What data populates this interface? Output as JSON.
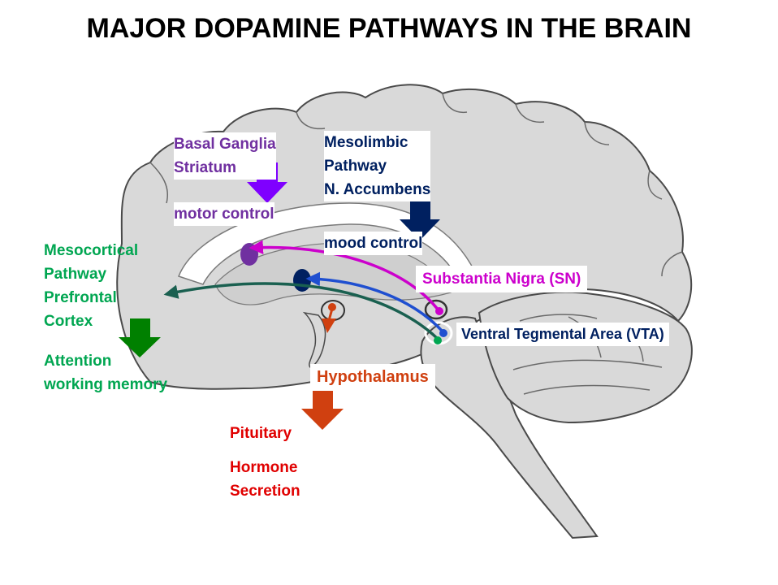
{
  "title": "MAJOR DOPAMINE PATHWAYS IN THE BRAIN",
  "colors": {
    "brain_fill": "#d9d9d9",
    "purple": "#7030a0",
    "violet_arrow": "#7f00ff",
    "navy": "#002060",
    "green": "#00a651",
    "dark_green": "#008000",
    "magenta": "#cc00cc",
    "hypothalamus": "#d04010",
    "red": "#e00000",
    "teal": "#1a6050",
    "blue": "#1f4fd0"
  },
  "labels": {
    "basal_ganglia": [
      "Basal Ganglia",
      "Striatum"
    ],
    "motor_control": "motor control",
    "mesolimbic": [
      "Mesolimbic",
      "Pathway",
      "N. Accumbens"
    ],
    "mood_control": "mood control",
    "mesocortical": [
      "Mesocortical",
      "Pathway",
      "Prefrontal",
      "Cortex"
    ],
    "attention": [
      "Attention",
      "working memory"
    ],
    "substantia_nigra": "Substantia Nigra (SN)",
    "vta": "Ventral Tegmental Area (VTA)",
    "hypothalamus": "Hypothalamus",
    "pituitary": "Pituitary",
    "hormone": [
      "Hormone",
      "Secretion"
    ]
  }
}
